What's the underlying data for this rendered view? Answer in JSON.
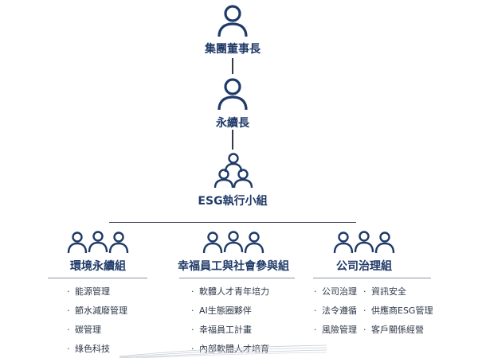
{
  "colors": {
    "accent": "#1f3a68",
    "line": "#333a48",
    "text": "#2d3748"
  },
  "nodes": {
    "chairman": {
      "label": "集團董事長",
      "icon": "person-icon"
    },
    "sustainability_head": {
      "label": "永續長",
      "icon": "person-icon"
    },
    "esg_team": {
      "label": "ESG執行小組",
      "icon": "group-icon"
    }
  },
  "groups": [
    {
      "label": "環境永續組",
      "icon": "group-icon",
      "items": [
        "能源管理",
        "節水減廢管理",
        "碳管理",
        "綠色科技"
      ]
    },
    {
      "label": "幸福員工與社會參與組",
      "icon": "group-icon",
      "items": [
        "軟體人才青年培力",
        "AI生態圈夥伴",
        "幸福員工計畫",
        "內部軟體人才培育"
      ]
    },
    {
      "label": "公司治理組",
      "icon": "group-icon",
      "items_left": [
        "公司治理",
        "法令遵循",
        "風險管理"
      ],
      "items_right": [
        "資訊安全",
        "供應商ESG管理",
        "客戶關係經營"
      ]
    }
  ],
  "bullet": "·"
}
